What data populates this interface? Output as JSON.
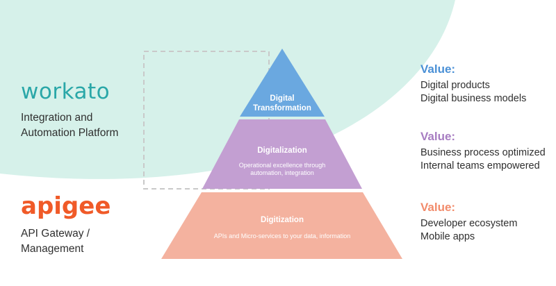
{
  "colors": {
    "teal_bg": "#d6f1ea",
    "workato": "#2aa7a8",
    "apigee": "#f05a28",
    "tier_top": "#6aa8e0",
    "tier_middle": "#c39fd2",
    "tier_bottom": "#f4b29f",
    "value_top": "#4a90d6",
    "value_middle": "#a77dc2",
    "value_bottom": "#f28b6b"
  },
  "workato": {
    "logo": "workato",
    "subtitle": [
      "Integration and",
      "Automation Platform"
    ]
  },
  "apigee": {
    "logo": "apigee",
    "subtitle": [
      "API Gateway /",
      "Management"
    ]
  },
  "pyramid": {
    "top": {
      "title": [
        "Digital",
        "Transformation"
      ]
    },
    "middle": {
      "title": "Digitalization",
      "desc": [
        "Operational excellence through",
        "automation, integration"
      ]
    },
    "bottom": {
      "title": "Digitization",
      "desc": "APIs and Micro-services to your data, information"
    }
  },
  "values": [
    {
      "title": "Value:",
      "lines": [
        "Digital products",
        "Digital business models"
      ]
    },
    {
      "title": "Value:",
      "lines": [
        "Business process optimized",
        "Internal teams empowered"
      ]
    },
    {
      "title": "Value:",
      "lines": [
        "Developer ecosystem",
        "Mobile apps"
      ]
    }
  ]
}
